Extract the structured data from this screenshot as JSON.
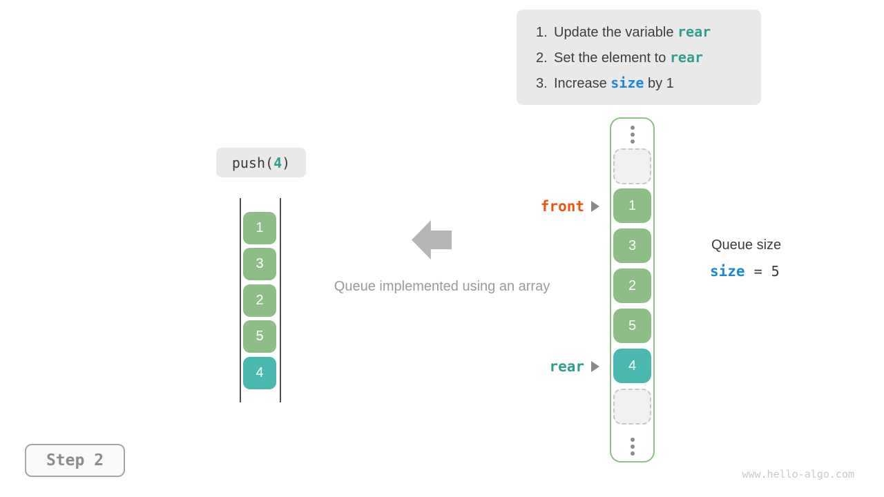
{
  "colors": {
    "accent_teal": "#2f9e8f",
    "accent_blue": "#1c86dd",
    "accent_orange": "#ea5414",
    "box_green": "#8dbe86",
    "box_teal": "#4ab8ae",
    "array_border_green": "#8cc084",
    "panel_gray": "#e9e9e9"
  },
  "instructions": {
    "items": [
      {
        "num": "1.",
        "pre": "Update the variable ",
        "code": "rear",
        "post": ""
      },
      {
        "num": "2.",
        "pre": "Set the element to ",
        "code": "rear",
        "post": ""
      },
      {
        "num": "3.",
        "pre": "Increase ",
        "code": "size",
        "post": " by 1"
      }
    ]
  },
  "push_label": {
    "prefix": "push(",
    "arg": "4",
    "suffix": ")"
  },
  "left_queue": {
    "values": [
      "1",
      "3",
      "2",
      "5",
      "4"
    ]
  },
  "center": {
    "caption": "Queue implemented using an array"
  },
  "array": {
    "values": [
      "1",
      "3",
      "2",
      "5",
      "4"
    ]
  },
  "pointers": {
    "front": "front",
    "rear": "rear"
  },
  "queue_size": {
    "label": "Queue size",
    "var": "size",
    "eq": "=",
    "value": "5"
  },
  "step": {
    "label": "Step 2"
  },
  "watermark": "www.hello-algo.com"
}
